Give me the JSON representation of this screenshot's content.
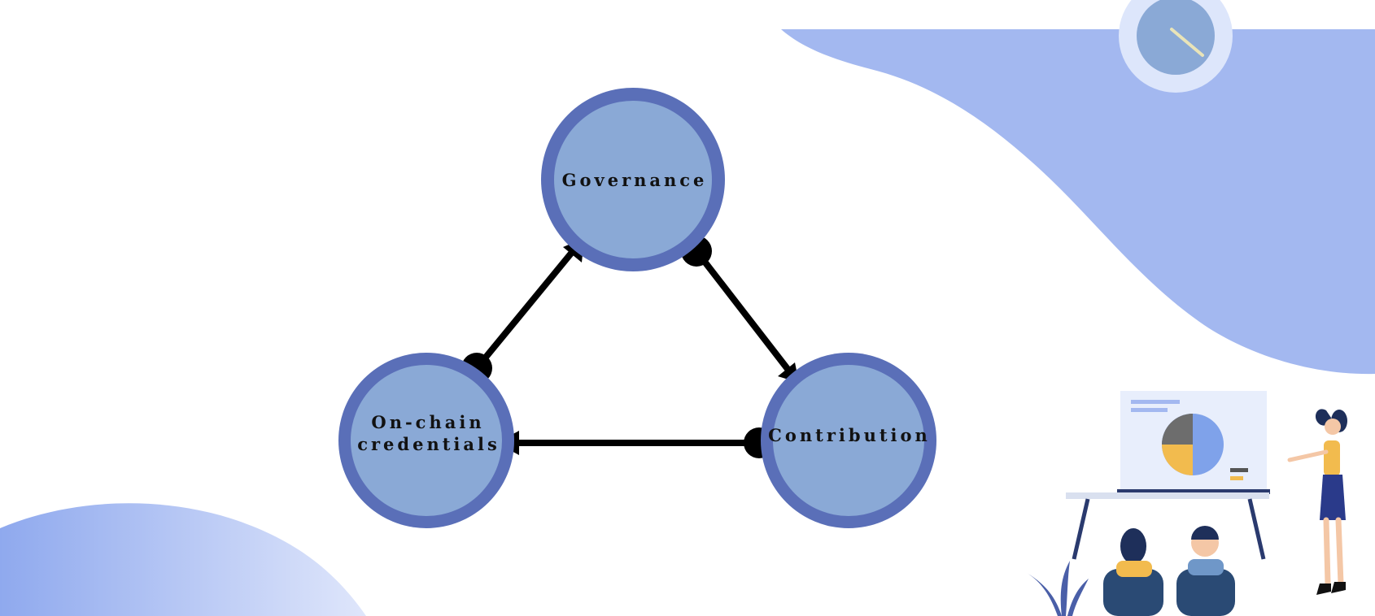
{
  "nodes": {
    "governance": "Governance",
    "onchain_line1": "On-chain",
    "onchain_line2": "credentials",
    "contribution": "Contribution"
  },
  "colors": {
    "node_ring": "#5a6fb8",
    "node_fill": "#8aa9d6",
    "blob": "#a3b8f0",
    "arrow": "#000000"
  }
}
